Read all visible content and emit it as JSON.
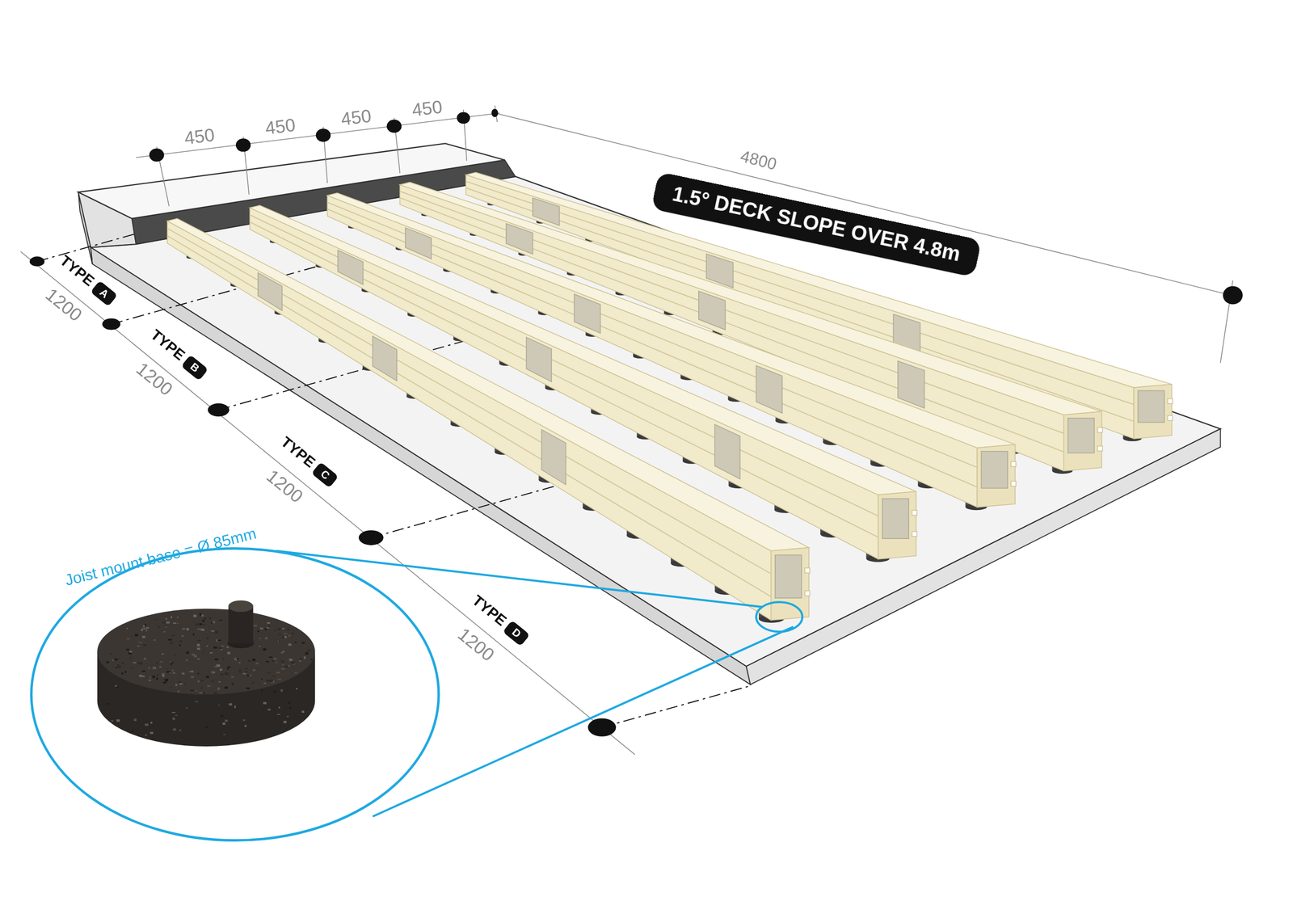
{
  "diagram": {
    "nodes": [
      {
        "text": [
          "1.5° DECK SLOPE OVER 4.8m"
        ]
      },
      {
        "text": [
          "A"
        ]
      },
      {
        "text": [
          "B"
        ]
      },
      {
        "text": [
          "C"
        ]
      },
      {
        "text": [
          "D"
        ]
      }
    ],
    "labels": [
      "450",
      "450",
      "450",
      "450",
      "4800",
      "TYPE",
      "1200",
      "TYPE",
      "1200",
      "TYPE",
      "1200",
      "TYPE",
      "1200",
      "Joist mount base = Ø 85mm"
    ]
  }
}
